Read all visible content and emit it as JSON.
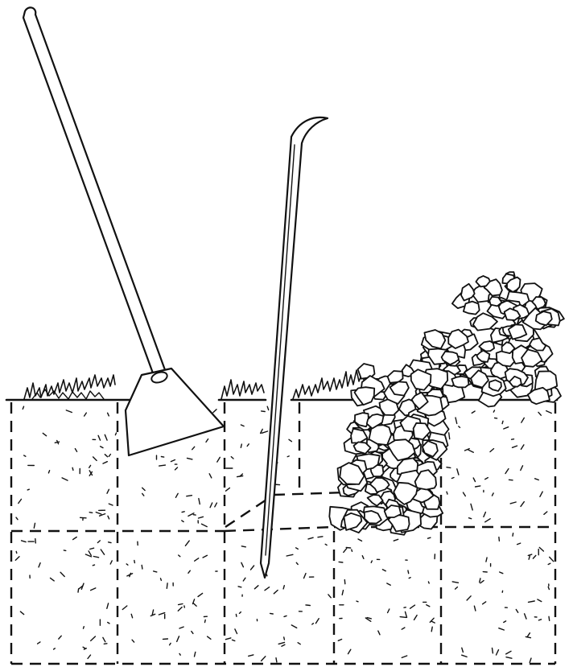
{
  "figure": {
    "description_elements": [
      "ground-line",
      "grass",
      "soil-grid",
      "hoe",
      "crowbar",
      "rock-pile"
    ],
    "colors": {
      "ink": "#111111",
      "paper": "#ffffff"
    }
  }
}
